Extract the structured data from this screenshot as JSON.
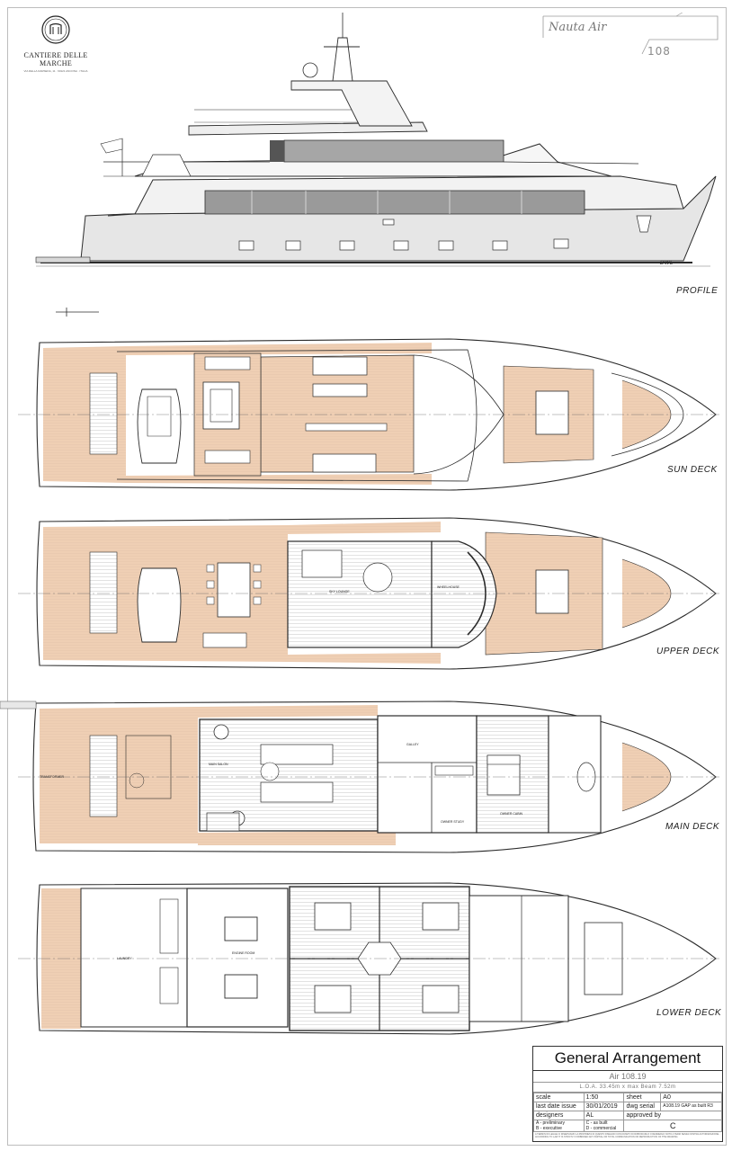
{
  "builder": {
    "name": "CANTIERE DELLE MARCHE",
    "address": "VIA DELLA DARSENA, 11 · 60121 ANCONA · ITALIA"
  },
  "model": {
    "script_name": "Nauta Air",
    "number": "108"
  },
  "views": {
    "profile": "PROFILE",
    "sun_deck": "SUN  DECK",
    "upper_deck": "UPPER DECK",
    "main_deck": "MAIN DECK",
    "lower_deck": "LOWER DECK",
    "dwl": "DWL"
  },
  "room_labels": {
    "sky_lounge": "SKY LOUNGE",
    "wheelhouse": "WHEELHOUSE",
    "main_salon": "MAIN SALON",
    "galley": "GALLEY",
    "owner_cabin": "OWNER CABIN",
    "owner_study": "OWNER STUDY",
    "transformer": "TRANSFORMER",
    "laundry": "LAUNDRY",
    "engine_room": "ENGINE ROOM"
  },
  "title_block": {
    "title": "General Arrangement",
    "model": "Air 108.19",
    "dimensions": "L.O.A. 33.45m  x  max Beam  7.52m",
    "scale_label": "scale",
    "scale_value": "1:50",
    "sheet_label": "sheet",
    "sheet_value": "A0",
    "last_issue_label": "last date issue",
    "last_issue_value": "30/01/2019",
    "dwg_serial_label": "dwg serial",
    "dwg_serial_value": "A108.19 GAP as built R3",
    "designers_label": "designers",
    "designers_value": "AL",
    "approved_label": "approved by",
    "legend_a": "A - preliminary",
    "legend_b": "B - executive",
    "legend_c": "C - as built",
    "legend_d": "D - commercial",
    "revision": "C",
    "copyright_note": "A TERMINI DI LEGGE CI RISERVIAMO LA PROPRIETA DI QUESTO DISEGNO CON DIVIETO DI RIPRODURLO O RENDERLO NOTO A TERZI SENZA NOSTRA AUTORIZZAZIONE · ACCORDING TO LAW IT IS STRICTLY FORBIDDEN ANY PARTIAL OR TOTAL COMMUNICATION OR REPRODUCTION OF THE DRAWING"
  },
  "colors": {
    "teak": "#efcfb4",
    "line": "#2b2b2b",
    "hull_grey": "#e4e4e4",
    "glass": "#9a9a9a"
  }
}
